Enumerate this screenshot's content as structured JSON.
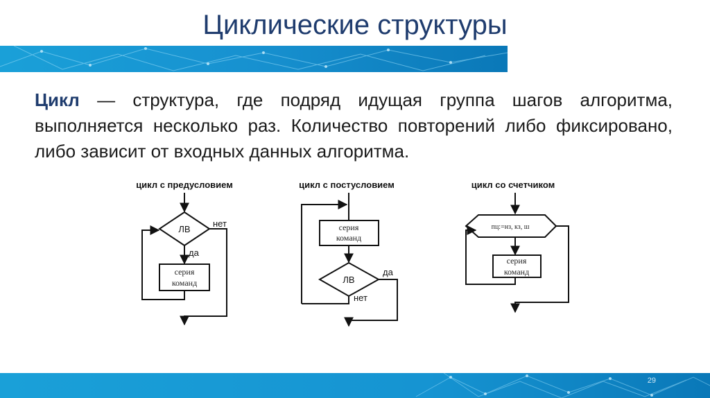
{
  "slide": {
    "title": "Циклические структуры",
    "definition": {
      "term": "Цикл",
      "text": " — структура, где подряд идущая группа шагов алгоритма, выполняется несколько раз. Количество повторений либо фиксировано, либо зависит от входных данных алгоритма."
    },
    "page_number": "29"
  },
  "diagrams": {
    "precondition": {
      "label": "цикл с предусловием",
      "condition": "ЛВ",
      "no": "нет",
      "yes": "да",
      "body_line1": "серия",
      "body_line2": "команд"
    },
    "postcondition": {
      "label": "цикл с постусловием",
      "body_line1": "серия",
      "body_line2": "команд",
      "condition": "ЛВ",
      "yes": "да",
      "no": "нет"
    },
    "counter": {
      "label": "цикл со счетчиком",
      "header": "пц:=нз, кз, ш",
      "body_line1": "серия",
      "body_line2": "команд"
    }
  },
  "colors": {
    "title": "#1f3c6e",
    "band": "#1aa0d8",
    "band_dark": "#0a78b8"
  }
}
